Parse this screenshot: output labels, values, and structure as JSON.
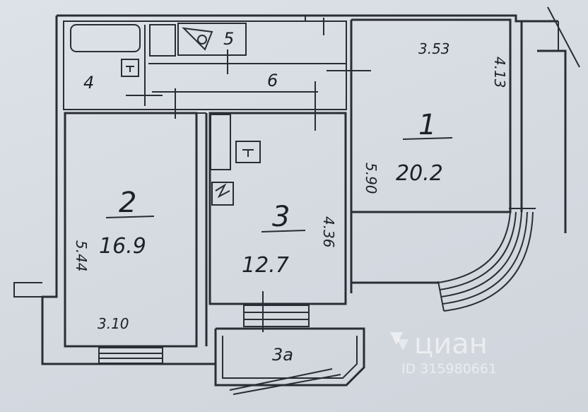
{
  "rooms": [
    {
      "id": "1",
      "number": "1",
      "area": "20.2"
    },
    {
      "id": "2",
      "number": "2",
      "area": "16.9"
    },
    {
      "id": "3",
      "number": "3",
      "area": "12.7"
    },
    {
      "id": "3a",
      "number": "3a",
      "area": ""
    },
    {
      "id": "4",
      "number": "4",
      "area": ""
    },
    {
      "id": "5",
      "number": "5",
      "area": ""
    },
    {
      "id": "6",
      "number": "6",
      "area": ""
    }
  ],
  "dimensions": {
    "room1_width": "3.53",
    "room1_depth": "4.13",
    "room1_left_wall": "5.90",
    "room2_height": "5.44",
    "room2_width": "3.10",
    "room3_height": "4.36"
  },
  "watermark": {
    "brand": "циан",
    "listing_id": "ID 315980661"
  },
  "colors": {
    "paper": "#d8dde4",
    "ink": "#2a2d33",
    "watermark": "#ffffff"
  }
}
